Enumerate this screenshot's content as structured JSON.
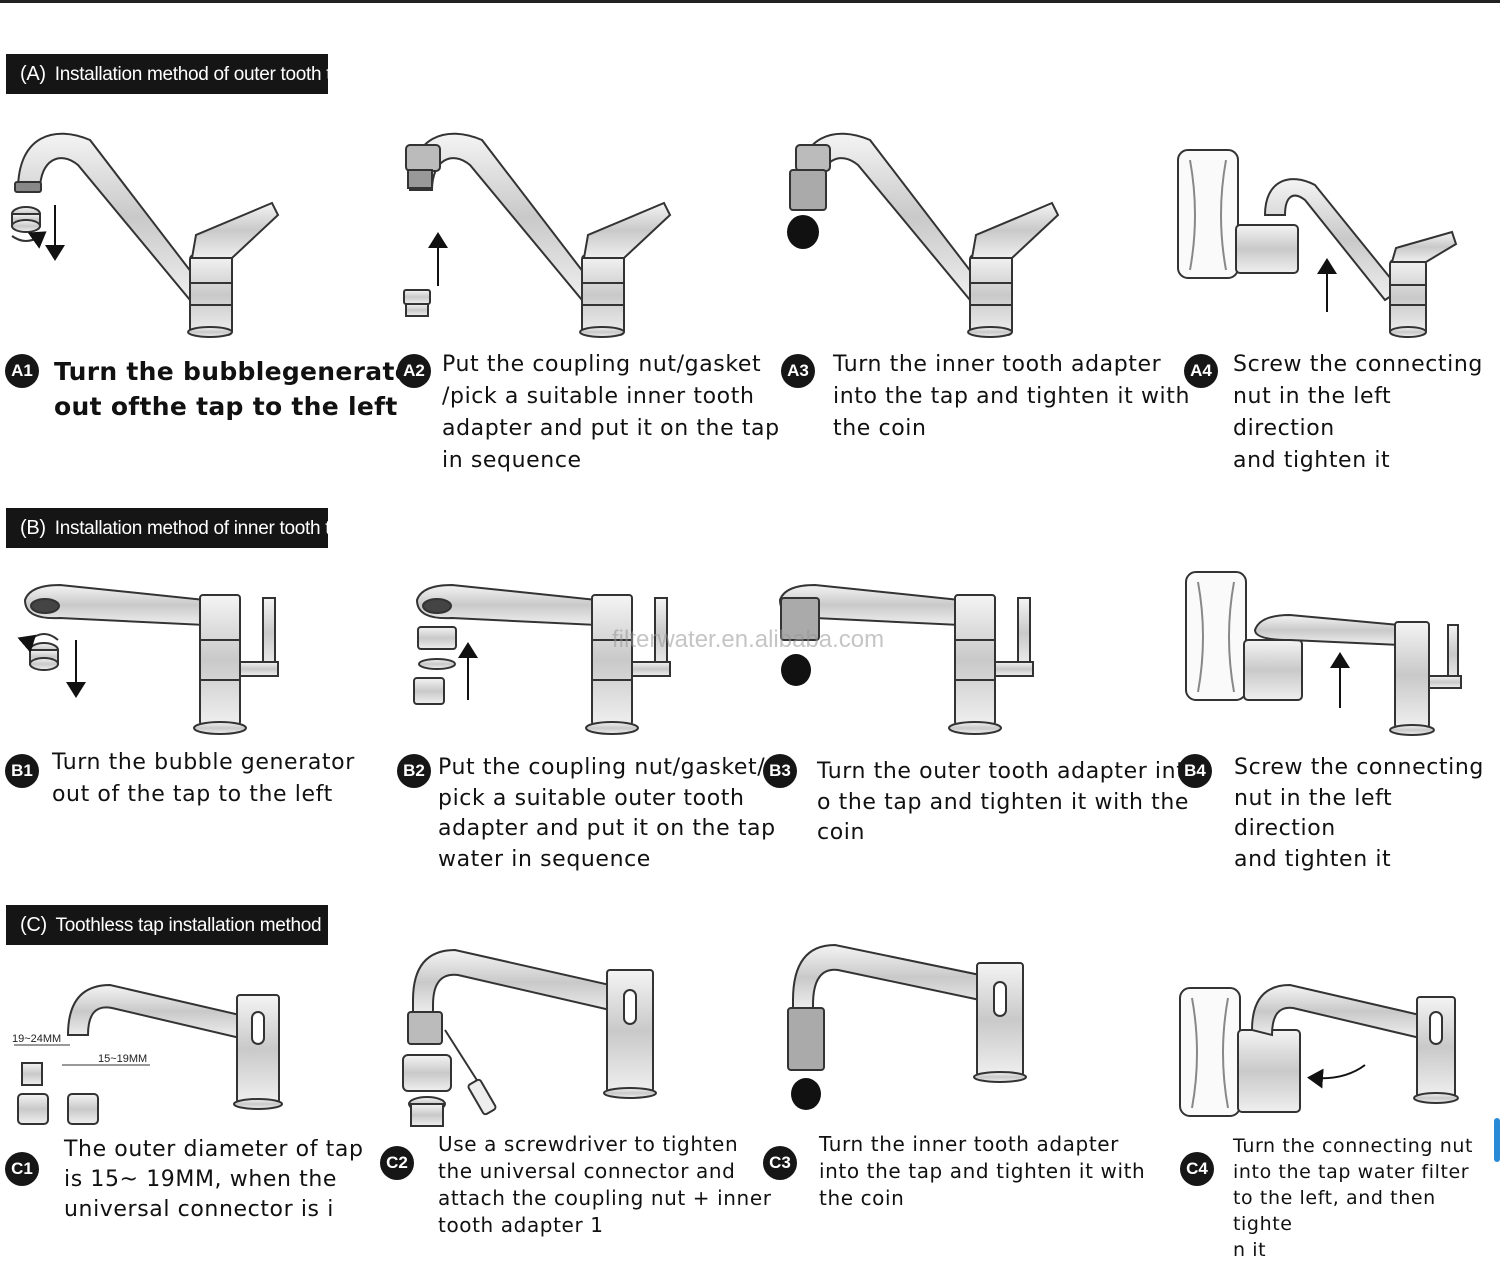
{
  "sections": [
    {
      "letter": "(A)",
      "title": "Installation method of outer tooth tap"
    },
    {
      "letter": "(B)",
      "title": "Installation method of inner tooth tap"
    },
    {
      "letter": "(C)",
      "title": "Toothless tap installation method"
    }
  ],
  "steps": {
    "A1": {
      "badge": "A1",
      "text": "Turn the bubblegenerator\nout ofthe tap to the left"
    },
    "A2": {
      "badge": "A2",
      "text": "Put the coupling nut/gasket\n/pick a suitable inner tooth\nadapter and put it on the tap\n in sequence"
    },
    "A3": {
      "badge": "A3",
      "text": "Turn the inner tooth adapter\ninto the tap and tighten it with\n the coin"
    },
    "A4": {
      "badge": "A4",
      "text": "Screw the connecting\nnut in the left direction\n and tighten it"
    },
    "B1": {
      "badge": "B1",
      "text": "Turn the bubble generator\n out of the tap to the left"
    },
    "B2": {
      "badge": "B2",
      "text": "Put the coupling nut/gasket/\npick a suitable outer tooth\n adapter and put it on the tap\nwater  in sequence"
    },
    "B3": {
      "badge": "B3",
      "text": "Turn the outer tooth adapter int\no the tap and tighten it with the\ncoin"
    },
    "B4": {
      "badge": "B4",
      "text": "Screw the connecting\nnut in the left direction\n and tighten it"
    },
    "C1": {
      "badge": "C1",
      "text": "The outer diameter of tap\n is 15~ 19MM, when the\nuniversal connector  is i"
    },
    "C2": {
      "badge": "C2",
      "text": "Use a screwdriver to tighten\nthe universal connector and\nattach the coupling nut + inner\ntooth adapter 1"
    },
    "C3": {
      "badge": "C3",
      "text": "Turn the inner tooth adapter\n into the tap and tighten it with\nthe coin"
    },
    "C4": {
      "badge": "C4",
      "text": "Turn the connecting nut\ninto the tap water filter\nto the left, and then tighte\nn it"
    }
  },
  "dimensions": {
    "outer": "19~24MM",
    "inner": "15~19MM"
  },
  "watermark": "filterwater.en.alibaba.com",
  "icons": [
    "faucet-icon",
    "aerator-icon",
    "coin-icon",
    "arrow-icon",
    "water-filter-icon",
    "screwdriver-icon",
    "adapter-icon"
  ]
}
